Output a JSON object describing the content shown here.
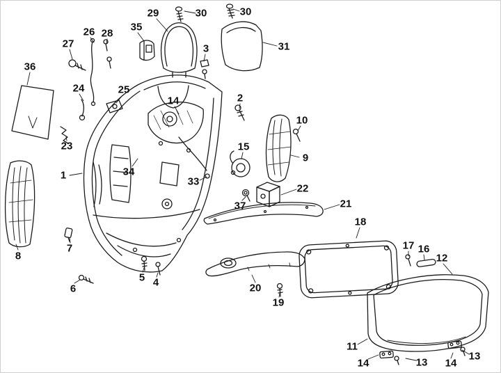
{
  "figure": {
    "type_note": "exploded parts diagram, black line art on white",
    "colors": {
      "background": "#ffffff",
      "line": "#1a1a1a",
      "label": "#111111"
    }
  },
  "callouts": [
    {
      "text": "29"
    },
    {
      "text": "30"
    },
    {
      "text": "30"
    },
    {
      "text": "26"
    },
    {
      "text": "28"
    },
    {
      "text": "35"
    },
    {
      "text": "27"
    },
    {
      "text": "3"
    },
    {
      "text": "31"
    },
    {
      "text": "36"
    },
    {
      "text": "24"
    },
    {
      "text": "25"
    },
    {
      "text": "14"
    },
    {
      "text": "2"
    },
    {
      "text": "10"
    },
    {
      "text": "23"
    },
    {
      "text": "15"
    },
    {
      "text": "9"
    },
    {
      "text": "1"
    },
    {
      "text": "34"
    },
    {
      "text": "33"
    },
    {
      "text": "22"
    },
    {
      "text": "37"
    },
    {
      "text": "21"
    },
    {
      "text": "18"
    },
    {
      "text": "7"
    },
    {
      "text": "8"
    },
    {
      "text": "17"
    },
    {
      "text": "16"
    },
    {
      "text": "12"
    },
    {
      "text": "20"
    },
    {
      "text": "5"
    },
    {
      "text": "4"
    },
    {
      "text": "6"
    },
    {
      "text": "19"
    },
    {
      "text": "11"
    },
    {
      "text": "14"
    },
    {
      "text": "13"
    },
    {
      "text": "14"
    },
    {
      "text": "13"
    }
  ]
}
